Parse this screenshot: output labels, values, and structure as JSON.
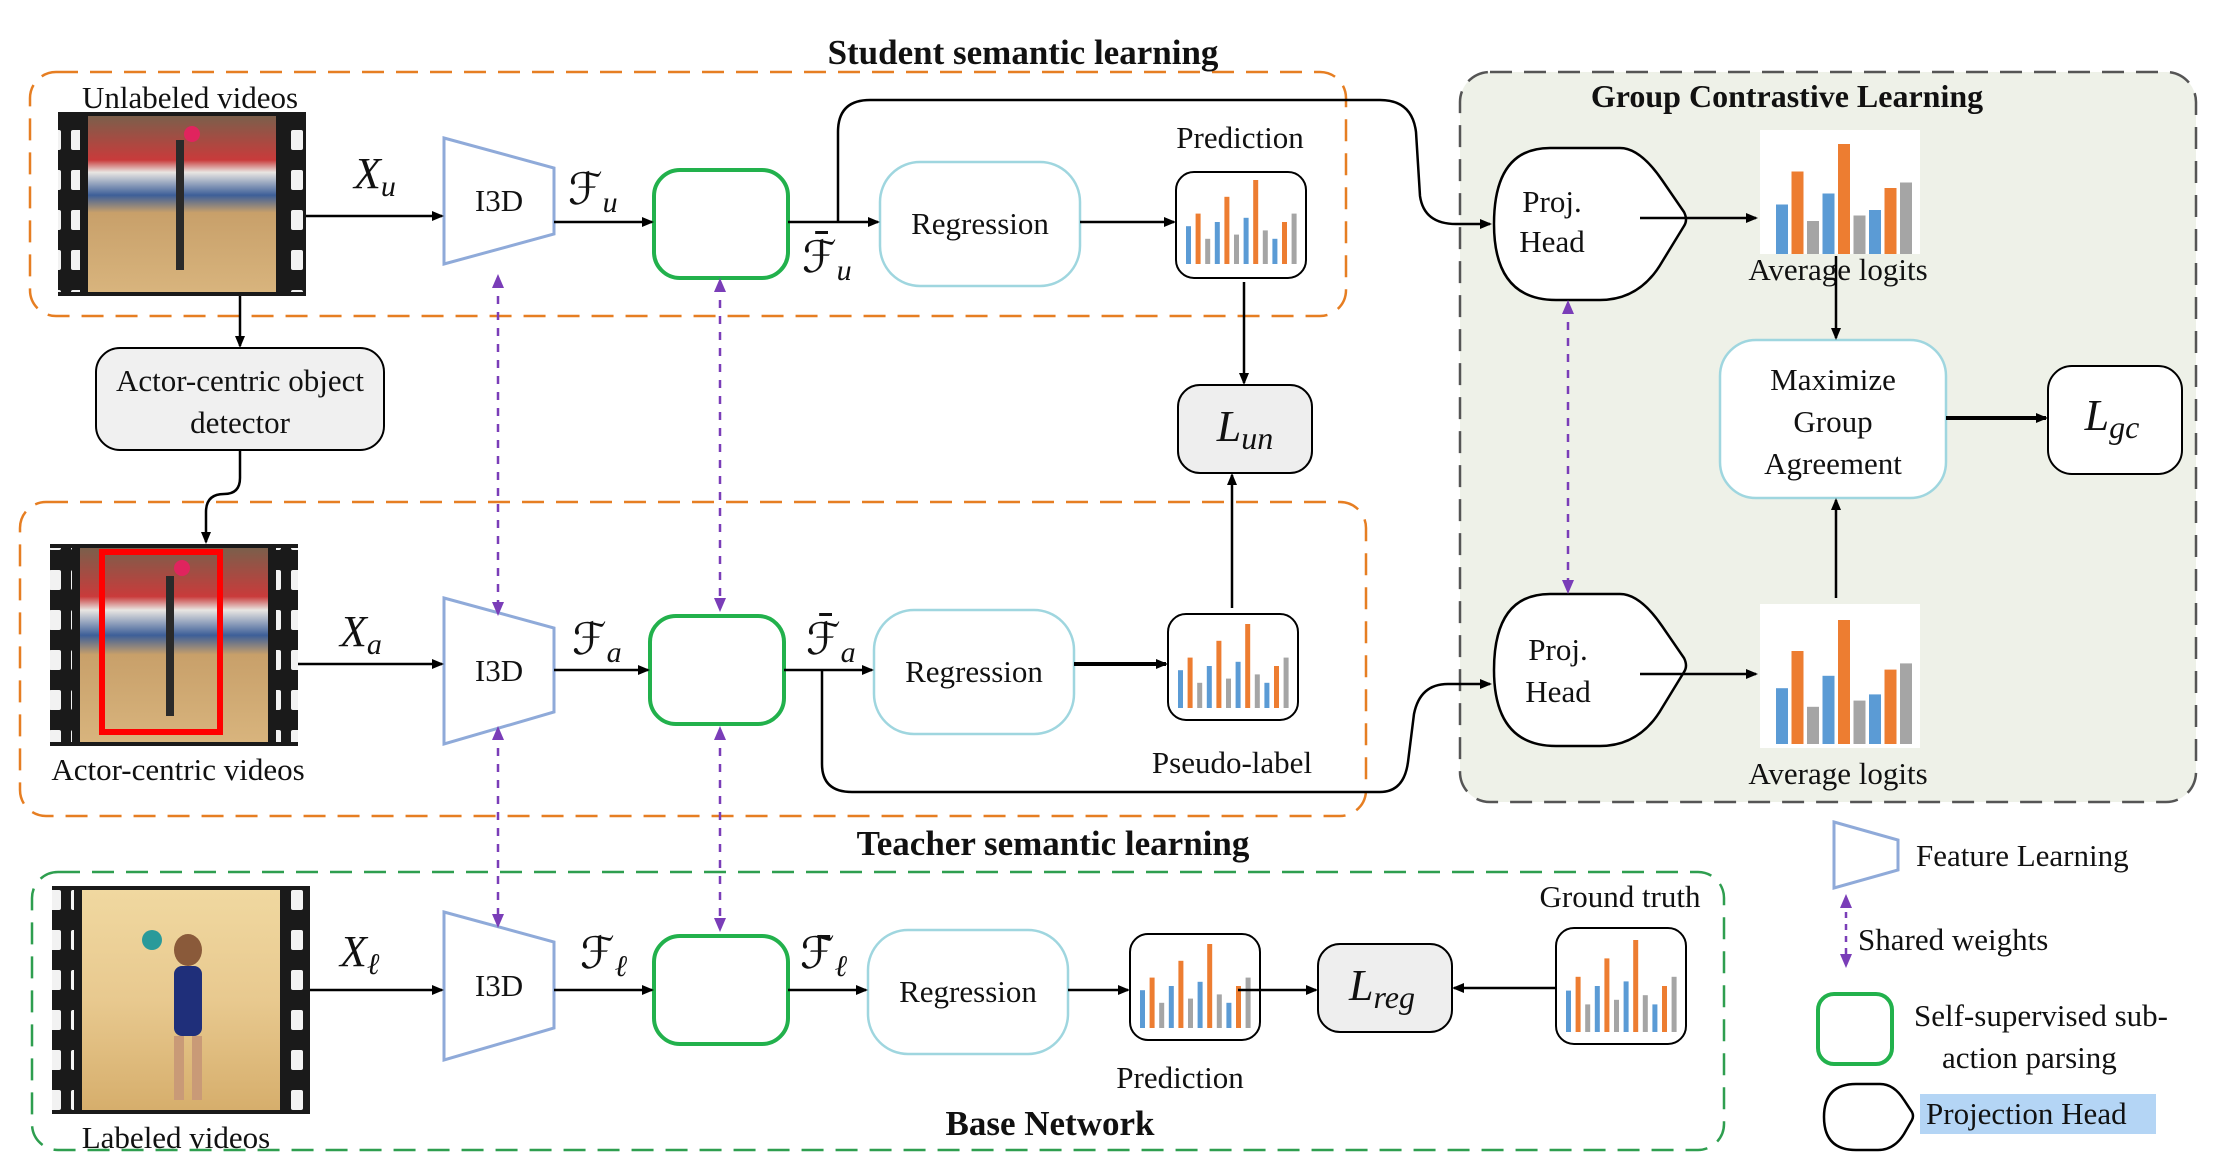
{
  "sections": {
    "student": "Student semantic learning",
    "teacher": "Teacher  semantic learning",
    "base": "Base Network",
    "group": "Group Contrastive Learning"
  },
  "video_labels": {
    "unlabeled": "Unlabeled videos",
    "actor_centric": "Actor-centric videos",
    "labeled": "Labeled videos"
  },
  "detector": {
    "line1": "Actor-centric object",
    "line2": "detector"
  },
  "backbone_label": "I3D",
  "regression_label": "Regression",
  "inputs": {
    "u": "X",
    "u_sub": "u",
    "a": "X",
    "a_sub": "a",
    "l": "X",
    "l_sub": "ℓ"
  },
  "features": {
    "u": "ℱ",
    "u_sub": "u",
    "a": "ℱ",
    "a_sub": "a",
    "l": "ℱ",
    "l_sub": "ℓ"
  },
  "parsed_features": {
    "u": "ℱ̄",
    "u_sub": "u",
    "a": "ℱ̄",
    "a_sub": "a",
    "l": "ℱ̄",
    "l_sub": "ℓ"
  },
  "chart_labels": {
    "prediction_top": "Prediction",
    "pseudo_label": "Pseudo-label",
    "prediction_bottom": "Prediction",
    "ground_truth": "Ground truth"
  },
  "losses": {
    "un": "L",
    "un_sub": "un",
    "reg": "L",
    "reg_sub": "reg",
    "gc": "L",
    "gc_sub": "gc"
  },
  "proj_head": {
    "line1": "Proj.",
    "line2": "Head"
  },
  "average_logits": "Average logits",
  "maximize": {
    "line1": "Maximize",
    "line2": "Group",
    "line3": "Agreement"
  },
  "legend": {
    "feature_learning": "Feature Learning",
    "shared_weights": "Shared weights",
    "self_supervised_1": "Self-supervised sub-",
    "self_supervised_2": "action parsing",
    "projection_head": "Projection  Head"
  },
  "colors": {
    "orange_dash": "#e67e22",
    "green_dash": "#2e9e4f",
    "grey_dash": "#555555",
    "green_box": "#22b14c",
    "regression_border": "#9fd6df",
    "i3d_border": "#8faad9",
    "i3d_fill": "#ffffff",
    "shared_arrow": "#7a3db8",
    "bar_blue": "#5b9bd5",
    "bar_orange": "#ed7d31",
    "bar_grey": "#a5a5a5",
    "group_bg": "#eef1e8",
    "legend_highlight": "#b4d5f5",
    "bbox_red": "#ff0000"
  },
  "icons": [
    "video-frame-icon",
    "trapezoid-icon",
    "bar-chart-icon",
    "projection-head-icon"
  ]
}
